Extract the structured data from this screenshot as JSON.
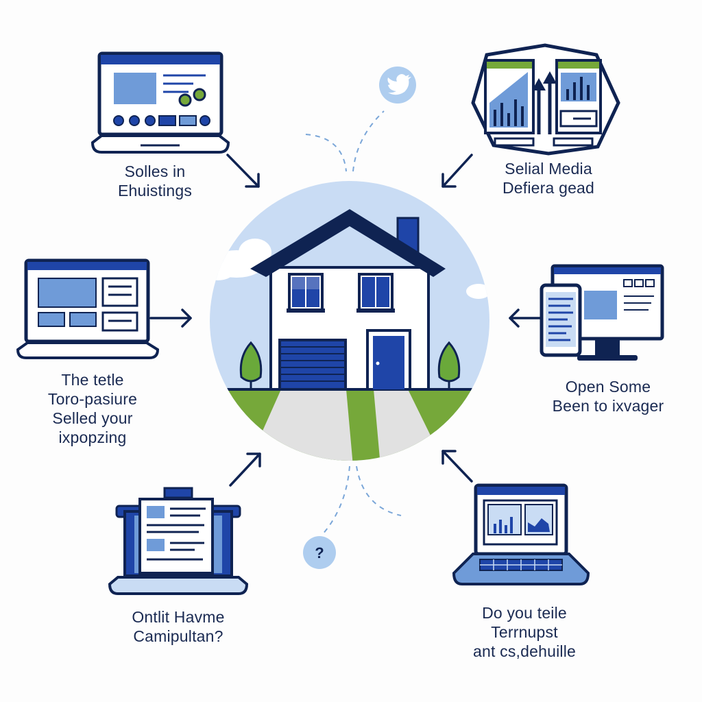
{
  "colors": {
    "navy": "#0f2352",
    "royal": "#1f45a8",
    "sky": "#c9dcf4",
    "screen": "#6f9bd8",
    "grass": "#76a83a",
    "tree": "#6aa93a",
    "dash": "#7aa6d8"
  },
  "icons": {
    "top_bubble": "twitter-bird-icon",
    "bottom_bubble": "question-mark-icon",
    "bottom_bubble_glyph": "?"
  },
  "labels": {
    "top_left": [
      "Solles in",
      "Ehuistings"
    ],
    "top_right": [
      "Selial Media",
      "Defiera gead"
    ],
    "mid_left": [
      "The tetle",
      "Toro-pasiure",
      "Selled your",
      "ixpopzing"
    ],
    "mid_right": [
      "Open Some",
      "Been to ixvager"
    ],
    "bottom_left": [
      "Ontlit Havme",
      "Camipultan?"
    ],
    "bottom_right": [
      "Do you teile",
      "Terrnupst",
      "ant cs,dehuille"
    ]
  }
}
